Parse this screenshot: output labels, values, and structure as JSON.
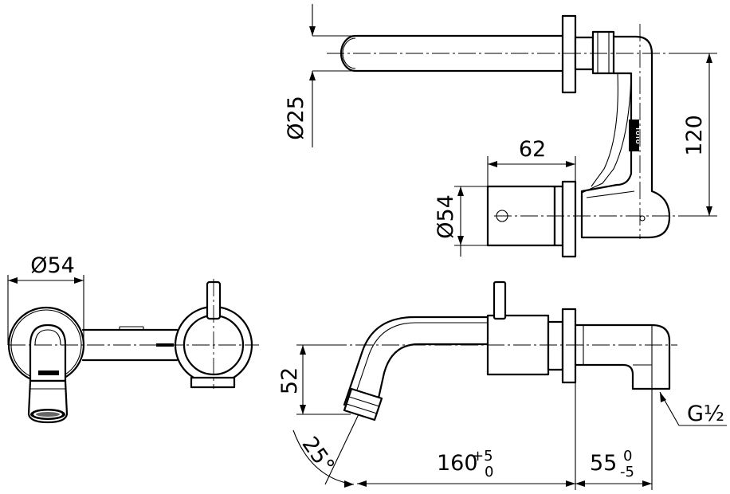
{
  "dimensions": {
    "d25": "Ø25",
    "d54_top": "Ø54",
    "w62": "62",
    "h120": "120",
    "d54_left": "Ø54",
    "h52": "52",
    "angle": "25°",
    "l160_base": "160",
    "l160_upper": "+5",
    "l160_lower": "0",
    "l55_base": "55",
    "l55_upper": "0",
    "l55_lower": "-5",
    "thread": "G½"
  },
  "logo_text": "TOTO",
  "colors": {
    "line": "#000000",
    "background": "#ffffff"
  }
}
